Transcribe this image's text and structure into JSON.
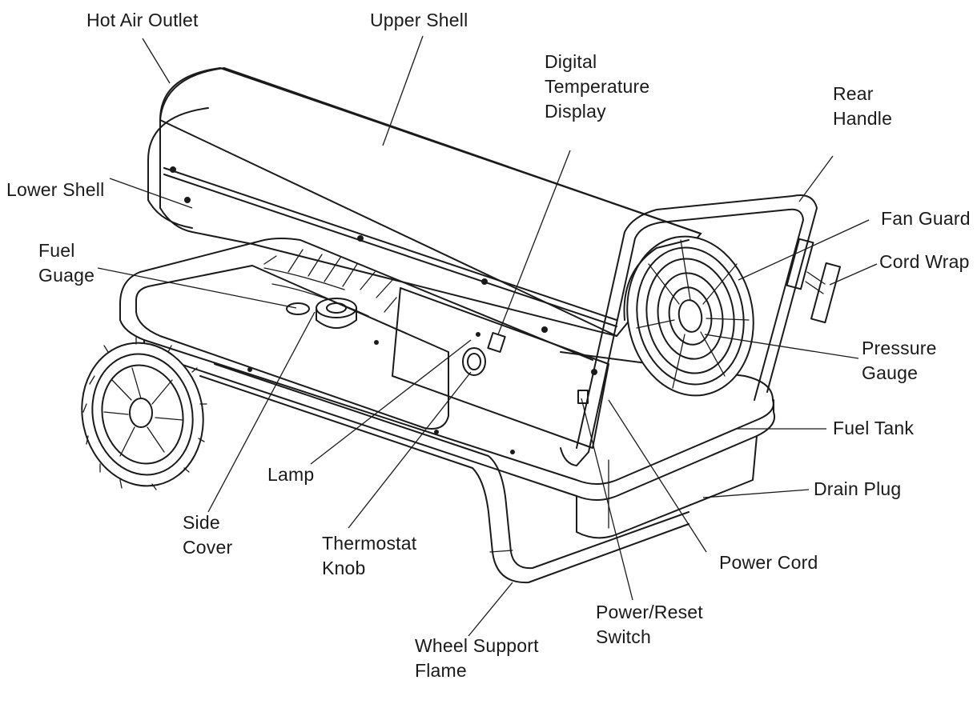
{
  "labels": {
    "hot_air_outlet": "Hot Air Outlet",
    "upper_shell": "Upper Shell",
    "digital_temperature_display": [
      "Digital",
      "Temperature",
      "Display"
    ],
    "rear_handle": [
      "Rear",
      "Handle"
    ],
    "lower_shell": "Lower Shell",
    "fan_guard": "Fan Guard",
    "fuel_guage": [
      "Fuel",
      "Guage"
    ],
    "cord_wrap": "Cord Wrap",
    "pressure_gauge": [
      "Pressure",
      "Gauge"
    ],
    "fuel_tank": "Fuel Tank",
    "drain_plug": "Drain Plug",
    "lamp": "Lamp",
    "side_cover": [
      "Side",
      "Cover"
    ],
    "thermostat_knob": [
      "Thermostat",
      "Knob"
    ],
    "power_cord": "Power Cord",
    "power_reset_switch": [
      "Power/Reset",
      "Switch"
    ],
    "wheel_support_flame": [
      "Wheel Support",
      "Flame"
    ]
  }
}
